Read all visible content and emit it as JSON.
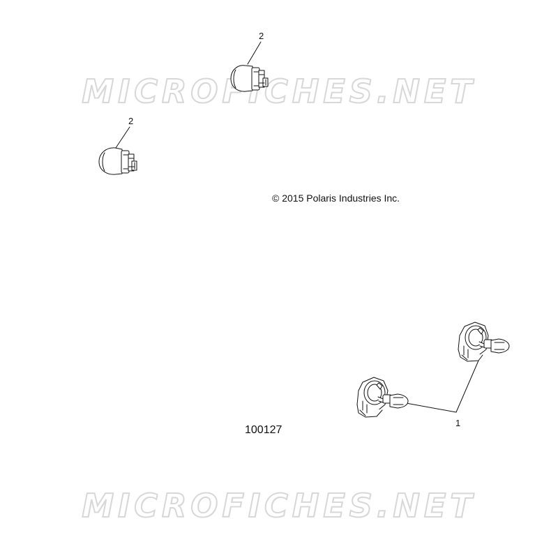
{
  "watermark": {
    "text": "MICROFICHES.NET"
  },
  "callouts": {
    "part_1": "1",
    "part_2_upper": "2",
    "part_2_lower": "2"
  },
  "copyright": "© 2015 Polaris Industries Inc.",
  "figure_number": "100127",
  "colors": {
    "line": "#111111",
    "watermark_outline": "#d6d6d6",
    "background": "#ffffff"
  },
  "icons": {
    "bulb_wedge": "wedge-base-bulb-icon",
    "bulb_headlight": "headlight-bulb-icon"
  }
}
